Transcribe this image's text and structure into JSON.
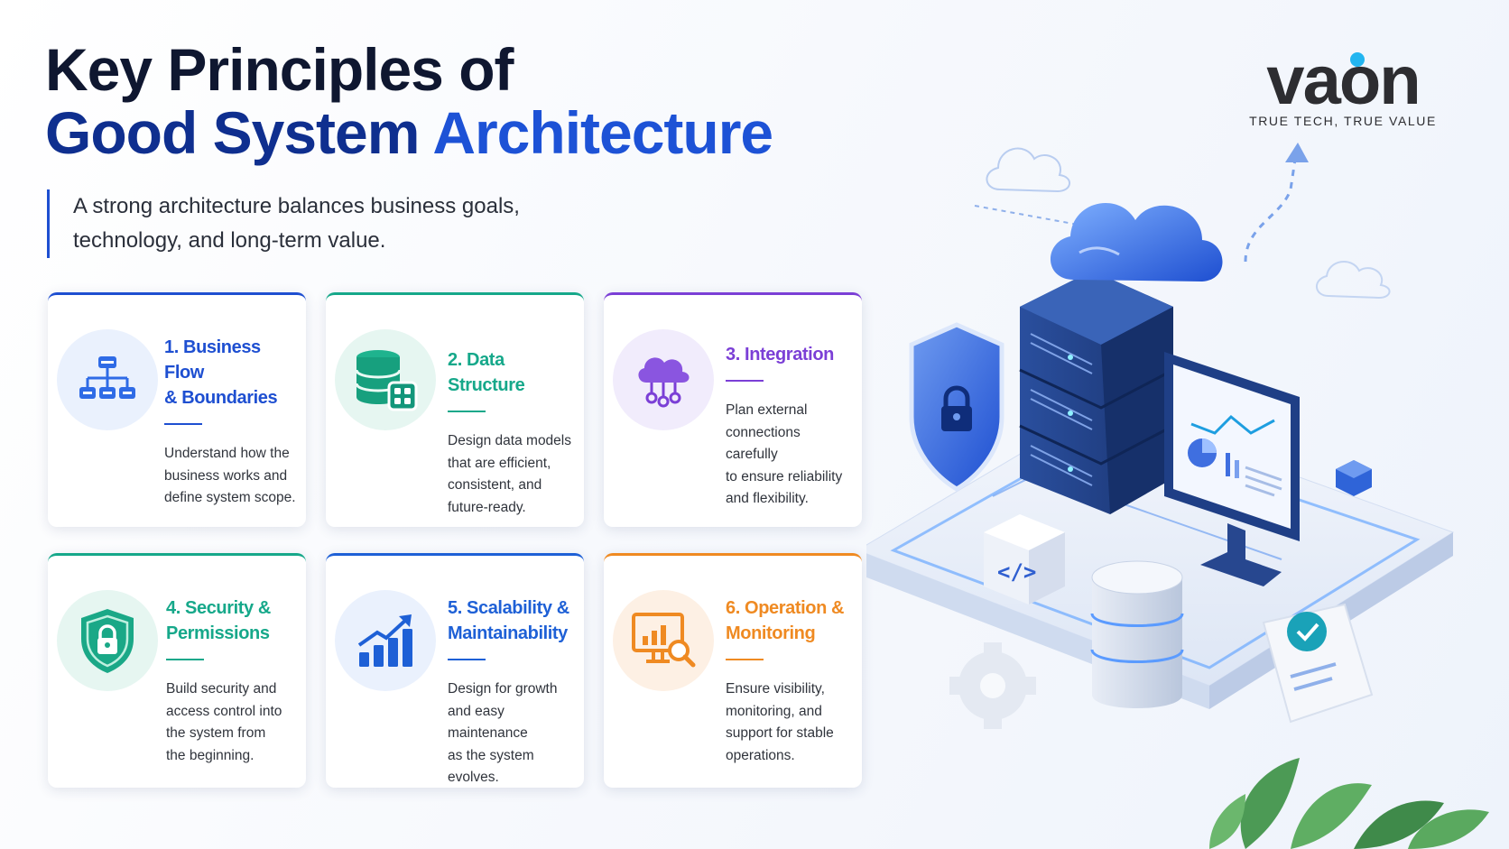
{
  "header": {
    "title_line1": "Key Principles of",
    "title_line2_a": "Good System",
    "title_line2_b": "Architecture",
    "subtitle_line1": "A strong architecture balances business goals,",
    "subtitle_line2": "technology, and long-term value."
  },
  "logo": {
    "mark": "vaon",
    "tagline": "TRUE TECH, TRUE VALUE"
  },
  "cards": [
    {
      "title_line1": "1. Business Flow",
      "title_line2": "& Boundaries",
      "desc": [
        "Understand how the",
        "business works and",
        "define system scope."
      ],
      "color": "#1e4fd1",
      "icon": "hierarchy-icon"
    },
    {
      "title_line1": "2. Data Structure",
      "title_line2": "",
      "desc": [
        "Design data models",
        "that are efficient,",
        "consistent, and",
        "future-ready."
      ],
      "color": "#16a88a",
      "icon": "database-icon"
    },
    {
      "title_line1": "3. Integration",
      "title_line2": "",
      "desc": [
        "Plan external",
        "connections carefully",
        "to ensure reliability",
        "and flexibility."
      ],
      "color": "#7b3fd6",
      "icon": "cloud-network-icon"
    },
    {
      "title_line1": "4. Security &",
      "title_line2": "Permissions",
      "desc": [
        "Build security and",
        "access control into",
        "the system from",
        "the beginning."
      ],
      "color": "#16a88a",
      "icon": "shield-lock-icon"
    },
    {
      "title_line1": "5. Scalability &",
      "title_line2": "Maintainability",
      "desc": [
        "Design for growth",
        "and easy maintenance",
        "as the system",
        "evolves."
      ],
      "color": "#1e60d6",
      "icon": "growth-chart-icon"
    },
    {
      "title_line1": "6. Operation &",
      "title_line2": "Monitoring",
      "desc": [
        "Ensure visibility,",
        "monitoring, and",
        "support for stable",
        "operations."
      ],
      "color": "#ef8a22",
      "icon": "monitor-search-icon"
    }
  ],
  "colors": {
    "title_dark": "#0f1730",
    "title_blue_dark": "#0f2f8f",
    "title_blue": "#1d52d6",
    "accent_blue": "#1e4fd1",
    "accent_teal": "#16a88a",
    "accent_purple": "#7b3fd6",
    "accent_orange": "#ef8a22",
    "logo_dot": "#22b5f0"
  }
}
